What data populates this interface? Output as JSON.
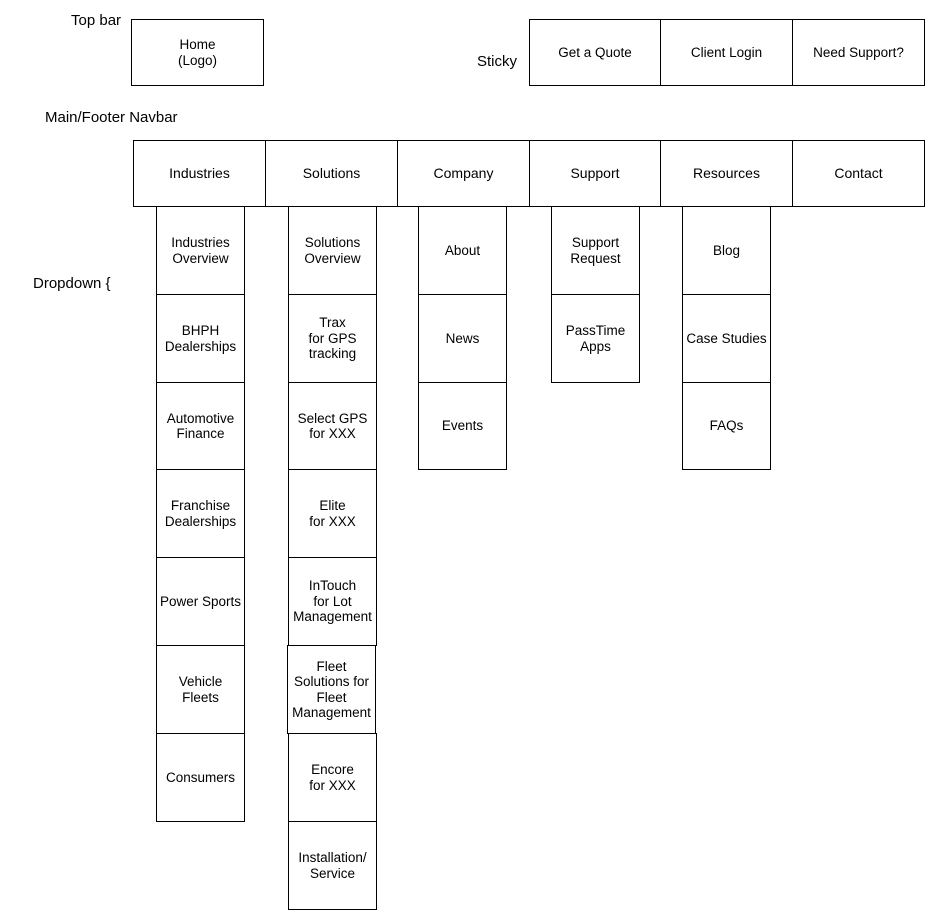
{
  "labels": {
    "top_bar": "Top bar",
    "sticky": "Sticky",
    "main_footer_navbar": "Main/Footer Navbar",
    "dropdown": "Dropdown {"
  },
  "top_bar": {
    "home_logo": "Home\n(Logo)"
  },
  "sticky": {
    "get_a_quote": "Get a Quote",
    "client_login": "Client Login",
    "need_support": "Need Support?"
  },
  "navbar": {
    "industries": "Industries",
    "solutions": "Solutions",
    "company": "Company",
    "support": "Support",
    "resources": "Resources",
    "contact": "Contact"
  },
  "dropdowns": {
    "industries": [
      "Industries\nOverview",
      "BHPH\nDealerships",
      "Automotive\nFinance",
      "Franchise\nDealerships",
      "Power Sports",
      "Vehicle Fleets",
      "Consumers"
    ],
    "solutions": [
      "Solutions\nOverview",
      "Trax\nfor GPS\ntracking",
      "Select GPS\nfor XXX",
      "Elite\nfor XXX",
      "InTouch\nfor Lot\nManagement",
      "Fleet\nSolutions for\nFleet\nManagement",
      "Encore\nfor XXX",
      "Installation/\nService"
    ],
    "company": [
      "About",
      "News",
      "Events"
    ],
    "support": [
      "Support\nRequest",
      "PassTime\nApps"
    ],
    "resources": [
      "Blog",
      "Case Studies",
      "FAQs"
    ]
  }
}
